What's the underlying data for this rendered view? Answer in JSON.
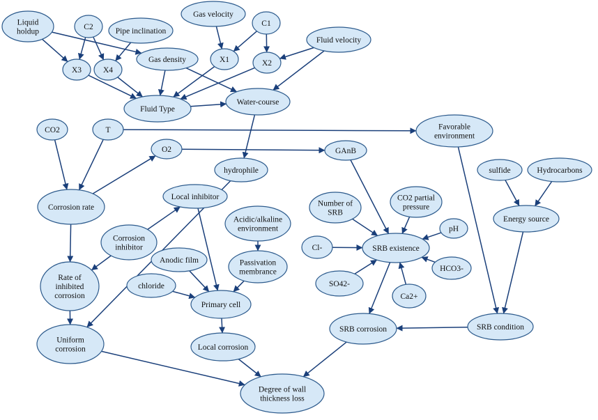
{
  "diagram": {
    "colors": {
      "node_fill": "#d6e8f7",
      "node_stroke": "#2c5a8c",
      "edge": "#1a3f7a",
      "text": "#111111"
    },
    "nodes": {
      "liquid_holdup": {
        "lines": [
          "Liquid",
          "holdup"
        ]
      },
      "c2": {
        "lines": [
          "C2"
        ]
      },
      "pipe_inclination": {
        "lines": [
          "Pipe inclination"
        ]
      },
      "gas_velocity": {
        "lines": [
          "Gas velocity"
        ]
      },
      "c1": {
        "lines": [
          "C1"
        ]
      },
      "fluid_velocity": {
        "lines": [
          "Fluid velocity"
        ]
      },
      "gas_density": {
        "lines": [
          "Gas density"
        ]
      },
      "x1": {
        "lines": [
          "X1"
        ]
      },
      "x2": {
        "lines": [
          "X2"
        ]
      },
      "x3": {
        "lines": [
          "X3"
        ]
      },
      "x4": {
        "lines": [
          "X4"
        ]
      },
      "fluid_type": {
        "lines": [
          "Fluid Type"
        ]
      },
      "water_course": {
        "lines": [
          "Water-course"
        ]
      },
      "co2": {
        "lines": [
          "CO2"
        ]
      },
      "t": {
        "lines": [
          "T"
        ]
      },
      "o2": {
        "lines": [
          "O2"
        ]
      },
      "ganb": {
        "lines": [
          "GAnB"
        ]
      },
      "favorable_env": {
        "lines": [
          "Favorable",
          "environment"
        ]
      },
      "hydrophile": {
        "lines": [
          "hydrophile"
        ]
      },
      "sulfide": {
        "lines": [
          "sulfide"
        ]
      },
      "hydrocarbons": {
        "lines": [
          "Hydrocarbons"
        ]
      },
      "corrosion_rate": {
        "lines": [
          "Corrosion rate"
        ]
      },
      "local_inhibitor": {
        "lines": [
          "Local inhibitor"
        ]
      },
      "acid_alkaline": {
        "lines": [
          "Acidic/alkaline",
          "environment"
        ]
      },
      "num_srb": {
        "lines": [
          "Number of",
          "SRB"
        ]
      },
      "co2_partial": {
        "lines": [
          "CO2 partial",
          "pressure"
        ]
      },
      "energy_source": {
        "lines": [
          "Energy source"
        ]
      },
      "ph": {
        "lines": [
          "pH"
        ]
      },
      "corrosion_inhibitor": {
        "lines": [
          "Corrosion",
          "inhibitor"
        ]
      },
      "anodic_film": {
        "lines": [
          "Anodic film"
        ]
      },
      "passivation": {
        "lines": [
          "Passivation",
          "membrance"
        ]
      },
      "cl": {
        "lines": [
          "Cl-"
        ]
      },
      "srb_existence": {
        "lines": [
          "SRB existence"
        ]
      },
      "hco3": {
        "lines": [
          "HCO3-"
        ]
      },
      "rate_inhibited": {
        "lines": [
          "Rate of",
          "inhibited",
          "corrosion"
        ]
      },
      "chloride": {
        "lines": [
          "chloride"
        ]
      },
      "primary_cell": {
        "lines": [
          "Primary cell"
        ]
      },
      "so4": {
        "lines": [
          "SO42-"
        ]
      },
      "ca": {
        "lines": [
          "Ca2+"
        ]
      },
      "srb_corrosion": {
        "lines": [
          "SRB corrosion"
        ]
      },
      "srb_condition": {
        "lines": [
          "SRB condition"
        ]
      },
      "uniform_corrosion": {
        "lines": [
          "Uniform",
          "corrosion"
        ]
      },
      "local_corrosion": {
        "lines": [
          "Local corrosion"
        ]
      },
      "degree_loss": {
        "lines": [
          "Degree of wall",
          "thickness loss"
        ]
      }
    },
    "edges": [
      [
        "liquid_holdup",
        "x3"
      ],
      [
        "liquid_holdup",
        "gas_density"
      ],
      [
        "c2",
        "x3"
      ],
      [
        "c2",
        "x4"
      ],
      [
        "pipe_inclination",
        "x4"
      ],
      [
        "gas_velocity",
        "x1"
      ],
      [
        "c1",
        "x1"
      ],
      [
        "c1",
        "x2"
      ],
      [
        "fluid_velocity",
        "x2"
      ],
      [
        "fluid_velocity",
        "water_course"
      ],
      [
        "x3",
        "fluid_type"
      ],
      [
        "x4",
        "fluid_type"
      ],
      [
        "gas_density",
        "fluid_type"
      ],
      [
        "gas_density",
        "water_course"
      ],
      [
        "x1",
        "fluid_type"
      ],
      [
        "x2",
        "fluid_type"
      ],
      [
        "fluid_type",
        "water_course"
      ],
      [
        "water_course",
        "hydrophile"
      ],
      [
        "co2",
        "corrosion_rate"
      ],
      [
        "t",
        "corrosion_rate"
      ],
      [
        "t",
        "favorable_env"
      ],
      [
        "corrosion_rate",
        "o2"
      ],
      [
        "o2",
        "ganb"
      ],
      [
        "ganb",
        "srb_existence"
      ],
      [
        "favorable_env",
        "srb_condition"
      ],
      [
        "corrosion_rate",
        "rate_inhibited"
      ],
      [
        "corrosion_inhibitor",
        "local_inhibitor"
      ],
      [
        "corrosion_inhibitor",
        "rate_inhibited"
      ],
      [
        "local_inhibitor",
        "primary_cell"
      ],
      [
        "hydrophile",
        "uniform_corrosion"
      ],
      [
        "acid_alkaline",
        "passivation"
      ],
      [
        "passivation",
        "primary_cell"
      ],
      [
        "anodic_film",
        "primary_cell"
      ],
      [
        "chloride",
        "primary_cell"
      ],
      [
        "rate_inhibited",
        "uniform_corrosion"
      ],
      [
        "primary_cell",
        "local_corrosion"
      ],
      [
        "local_corrosion",
        "degree_loss"
      ],
      [
        "uniform_corrosion",
        "degree_loss"
      ],
      [
        "srb_corrosion",
        "degree_loss"
      ],
      [
        "num_srb",
        "srb_existence"
      ],
      [
        "co2_partial",
        "srb_existence"
      ],
      [
        "ph",
        "srb_existence"
      ],
      [
        "cl",
        "srb_existence"
      ],
      [
        "hco3",
        "srb_existence"
      ],
      [
        "so4",
        "srb_existence"
      ],
      [
        "ca",
        "srb_existence"
      ],
      [
        "srb_existence",
        "srb_corrosion"
      ],
      [
        "sulfide",
        "energy_source"
      ],
      [
        "hydrocarbons",
        "energy_source"
      ],
      [
        "energy_source",
        "srb_condition"
      ],
      [
        "srb_condition",
        "srb_corrosion"
      ]
    ]
  }
}
